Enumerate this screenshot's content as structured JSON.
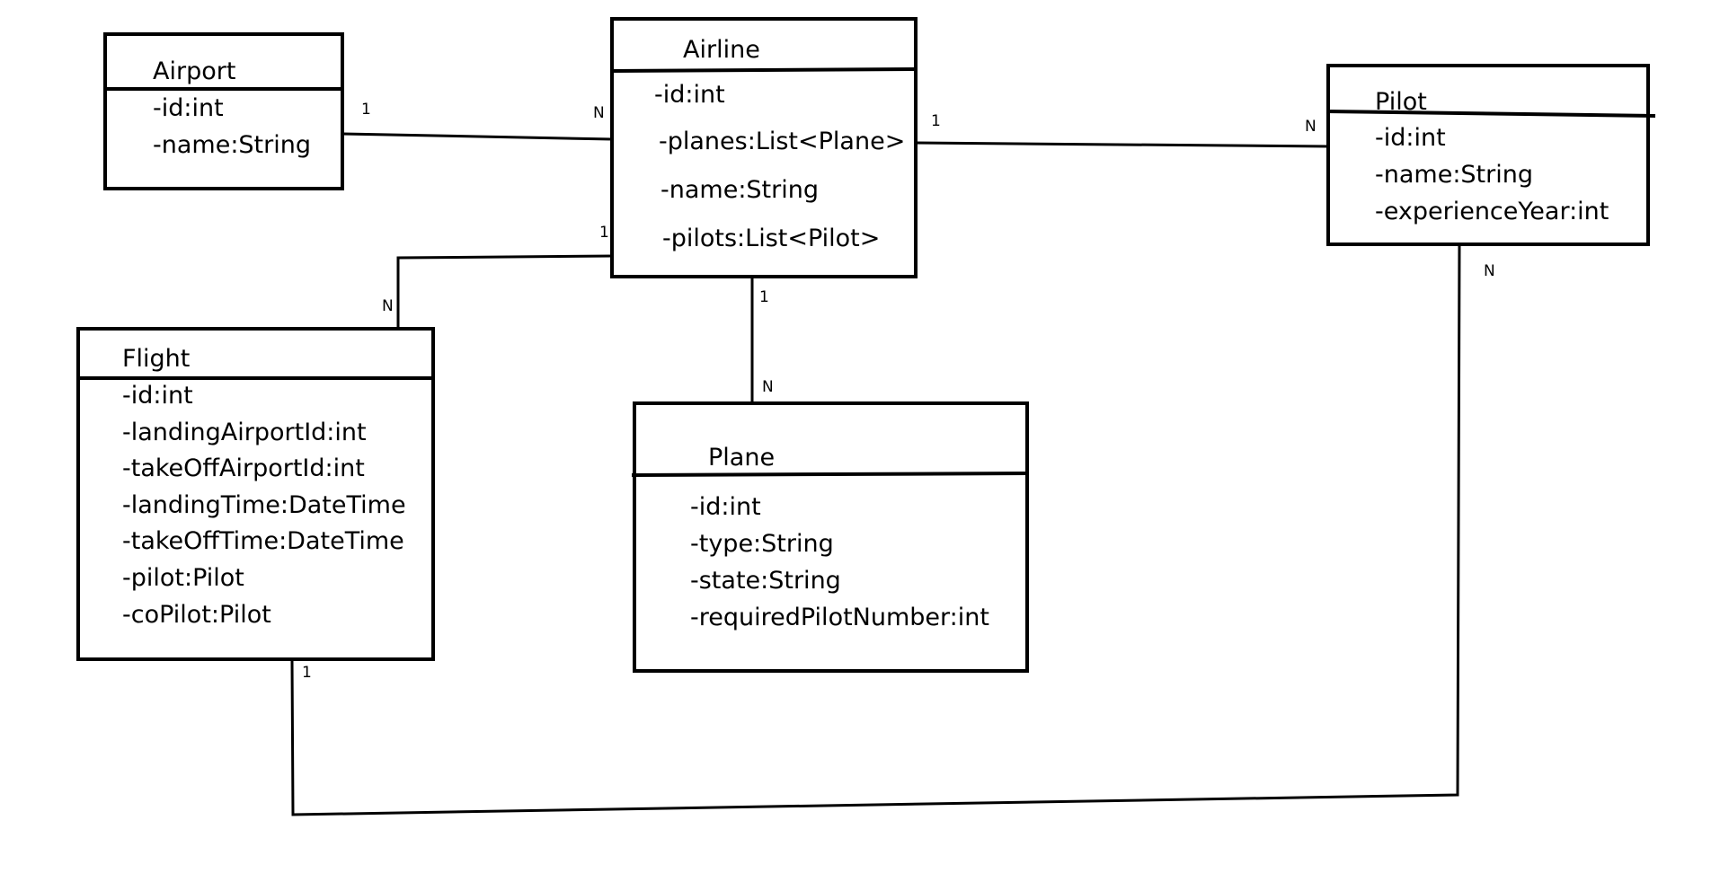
{
  "classes": {
    "airport": {
      "name": "Airport",
      "attributes": [
        "-id:int",
        "-name:String"
      ]
    },
    "airline": {
      "name": "Airline",
      "attributes": [
        "-id:int",
        "-planes:List<Plane>",
        "-name:String",
        "-pilots:List<Pilot>"
      ]
    },
    "pilot": {
      "name": "Pilot",
      "attributes": [
        "-id:int",
        "-name:String",
        "-experienceYear:int"
      ]
    },
    "flight": {
      "name": "Flight",
      "attributes": [
        "-id:int",
        "-landingAirportId:int",
        "-takeOffAirportId:int",
        "-landingTime:DateTime",
        "-takeOffTime:DateTime",
        "-pilot:Pilot",
        "-coPilot:Pilot"
      ]
    },
    "plane": {
      "name": "Plane",
      "attributes": [
        "-id:int",
        "-type:String",
        "-state:String",
        "-requiredPilotNumber:int"
      ]
    }
  },
  "relations": {
    "airport_airline": {
      "from": "1",
      "to": "N"
    },
    "airline_pilot": {
      "from": "1",
      "to": "N"
    },
    "airline_flight": {
      "from": "1",
      "to": "N"
    },
    "airline_plane": {
      "from": "1",
      "to": "N"
    },
    "flight_pilot": {
      "from": "1",
      "to": "N"
    }
  }
}
